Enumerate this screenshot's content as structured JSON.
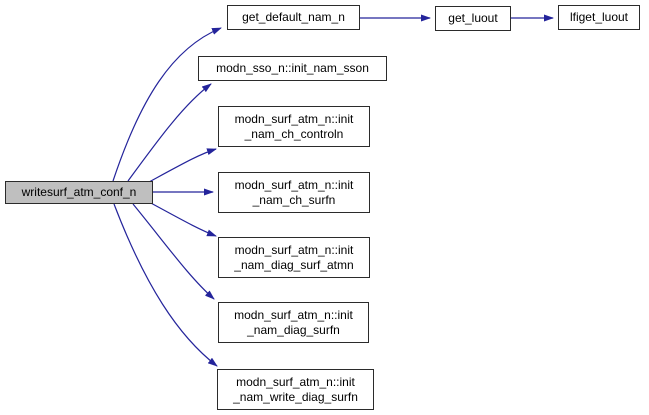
{
  "diagram": {
    "type": "call-graph",
    "background_color": "#ffffff",
    "edge_color": "#24249b",
    "node_border_color": "#2b2b2b",
    "node_fill_color": "#ffffff",
    "highlight_fill_color": "#bfbfbf",
    "nodes": [
      {
        "id": "writesurf_atm_conf_n",
        "label": "writesurf_atm_conf_n",
        "highlighted": true
      },
      {
        "id": "get_default_nam_n",
        "label": "get_default_nam_n",
        "highlighted": false
      },
      {
        "id": "get_luout",
        "label": "get_luout",
        "highlighted": false
      },
      {
        "id": "lfiget_luout",
        "label": "lfiget_luout",
        "highlighted": false
      },
      {
        "id": "init_nam_sson",
        "label": "modn_sso_n::init_nam_sson",
        "highlighted": false
      },
      {
        "id": "init_nam_ch_controln",
        "label": "modn_surf_atm_n::init\n_nam_ch_controln",
        "highlighted": false
      },
      {
        "id": "init_nam_ch_surfn",
        "label": "modn_surf_atm_n::init\n_nam_ch_surfn",
        "highlighted": false
      },
      {
        "id": "init_nam_diag_surf_atmn",
        "label": "modn_surf_atm_n::init\n_nam_diag_surf_atmn",
        "highlighted": false
      },
      {
        "id": "init_nam_diag_surfn",
        "label": "modn_surf_atm_n::init\n_nam_diag_surfn",
        "highlighted": false
      },
      {
        "id": "init_nam_write_diag_surfn",
        "label": "modn_surf_atm_n::init\n_nam_write_diag_surfn",
        "highlighted": false
      }
    ],
    "edges": [
      {
        "from": "writesurf_atm_conf_n",
        "to": "get_default_nam_n"
      },
      {
        "from": "writesurf_atm_conf_n",
        "to": "init_nam_sson"
      },
      {
        "from": "writesurf_atm_conf_n",
        "to": "init_nam_ch_controln"
      },
      {
        "from": "writesurf_atm_conf_n",
        "to": "init_nam_ch_surfn"
      },
      {
        "from": "writesurf_atm_conf_n",
        "to": "init_nam_diag_surf_atmn"
      },
      {
        "from": "writesurf_atm_conf_n",
        "to": "init_nam_diag_surfn"
      },
      {
        "from": "writesurf_atm_conf_n",
        "to": "init_nam_write_diag_surfn"
      },
      {
        "from": "get_default_nam_n",
        "to": "get_luout"
      },
      {
        "from": "get_luout",
        "to": "lfiget_luout"
      }
    ]
  }
}
